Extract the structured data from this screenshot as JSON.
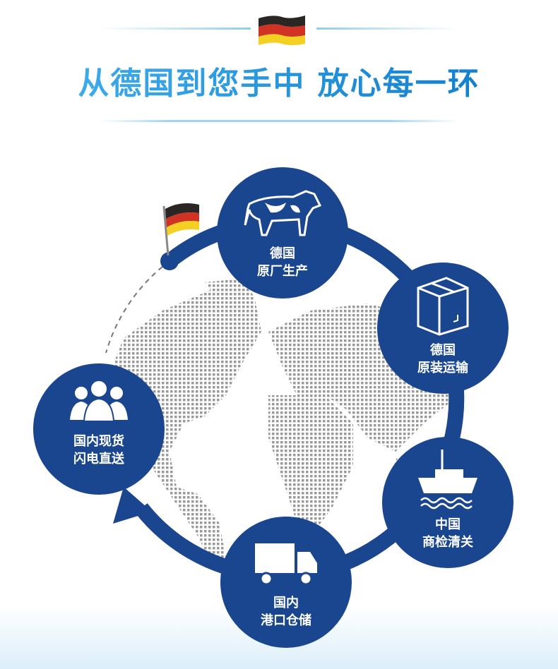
{
  "header": {
    "title": "从德国到您手中 放心每一环",
    "flag_icon": "germany-flag-icon"
  },
  "colors": {
    "node": "#1a4690",
    "title_start": "#45b3ef",
    "title_end": "#0a78c8",
    "map": "#9a9a9a"
  },
  "steps": [
    {
      "line1": "德国",
      "line2": "原厂生产",
      "icon": "cow-icon"
    },
    {
      "line1": "德国",
      "line2": "原装运输",
      "icon": "box-icon"
    },
    {
      "line1": "中国",
      "line2": "商检清关",
      "icon": "ship-icon"
    },
    {
      "line1": "国内",
      "line2": "港口仓储",
      "icon": "truck-icon"
    },
    {
      "line1": "国内现货",
      "line2": "闪电直送",
      "icon": "people-icon"
    }
  ]
}
